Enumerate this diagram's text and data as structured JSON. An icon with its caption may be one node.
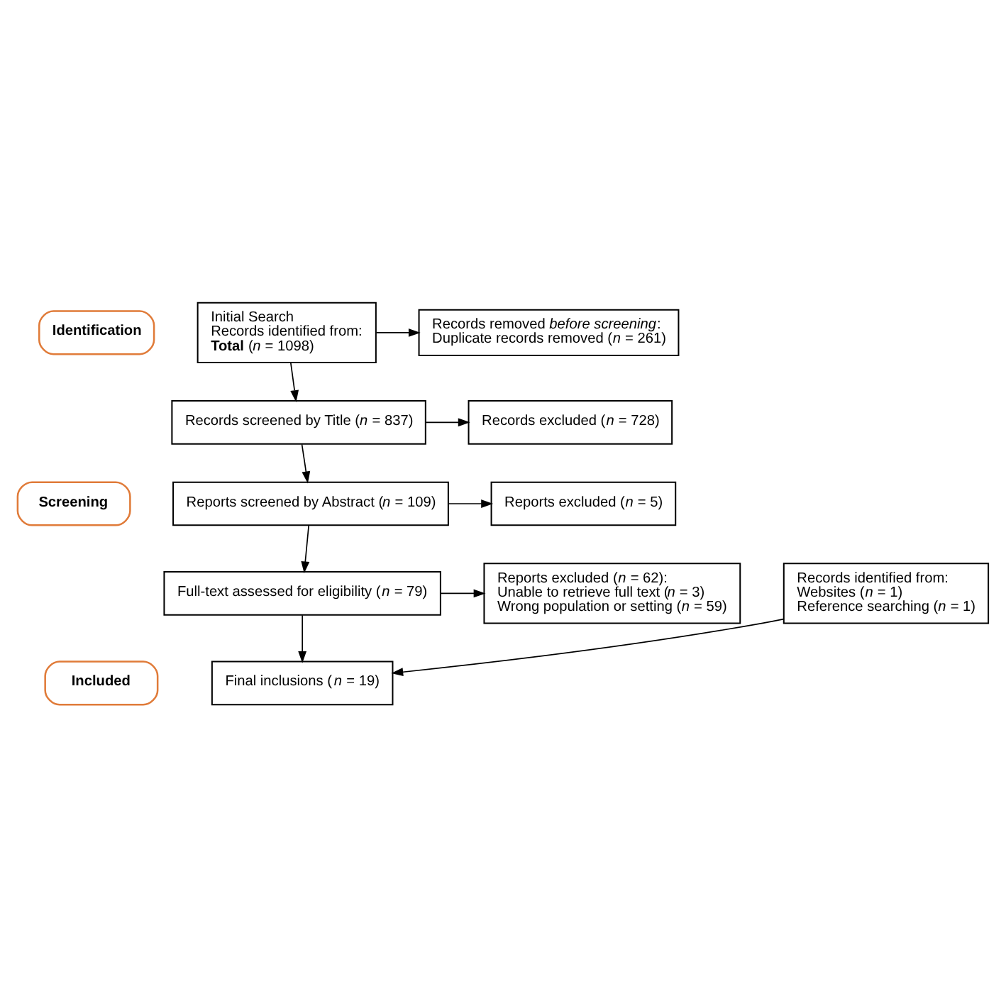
{
  "diagram": {
    "nodes": [
      {
        "text": [
          "Identification"
        ]
      },
      {
        "text": [
          "Initial Search",
          "Records identified from:",
          "**Total** (*n* = 1098)"
        ]
      },
      {
        "text": [
          "Records removed *before screening*:",
          "Duplicate records removed (*n* = 261)"
        ]
      },
      {
        "text": [
          "Screening"
        ]
      },
      {
        "text": [
          "Records screened by Title (*n* = 837)"
        ]
      },
      {
        "text": [
          "Records excluded (*n* = 728)"
        ]
      },
      {
        "text": [
          "Reports screened by Abstract (*n* = 109)"
        ]
      },
      {
        "text": [
          "Reports excluded (*n* = 5)"
        ]
      },
      {
        "text": [
          "Full-text assessed for eligibility (*n* = 79)"
        ]
      },
      {
        "text": [
          "Reports excluded (*n* = 62):",
          "Unable to retrieve full text (*n* = 3)",
          "Wrong population or setting (*n* = 59)"
        ]
      },
      {
        "text": [
          "Included"
        ]
      },
      {
        "text": [
          "Records identified from:",
          "Websites (*n* = 1)",
          "Reference searching (*n* = 1)"
        ]
      },
      {
        "text": [
          "Final inclusions (*n* = 19)"
        ]
      }
    ],
    "edges": [
      {
        "from": 1,
        "to": 2,
        "arrow": "to"
      },
      {
        "from": 1,
        "to": 4,
        "arrow": "to"
      },
      {
        "from": 4,
        "to": 5,
        "arrow": "to"
      },
      {
        "from": 4,
        "to": 6,
        "arrow": "to"
      },
      {
        "from": 6,
        "to": 7,
        "arrow": "to"
      },
      {
        "from": 6,
        "to": 8,
        "arrow": "to"
      },
      {
        "from": 8,
        "to": 9,
        "arrow": "to"
      },
      {
        "from": 8,
        "to": 12,
        "arrow": "to"
      },
      {
        "from": 11,
        "to": 12,
        "arrow": "to"
      }
    ]
  }
}
